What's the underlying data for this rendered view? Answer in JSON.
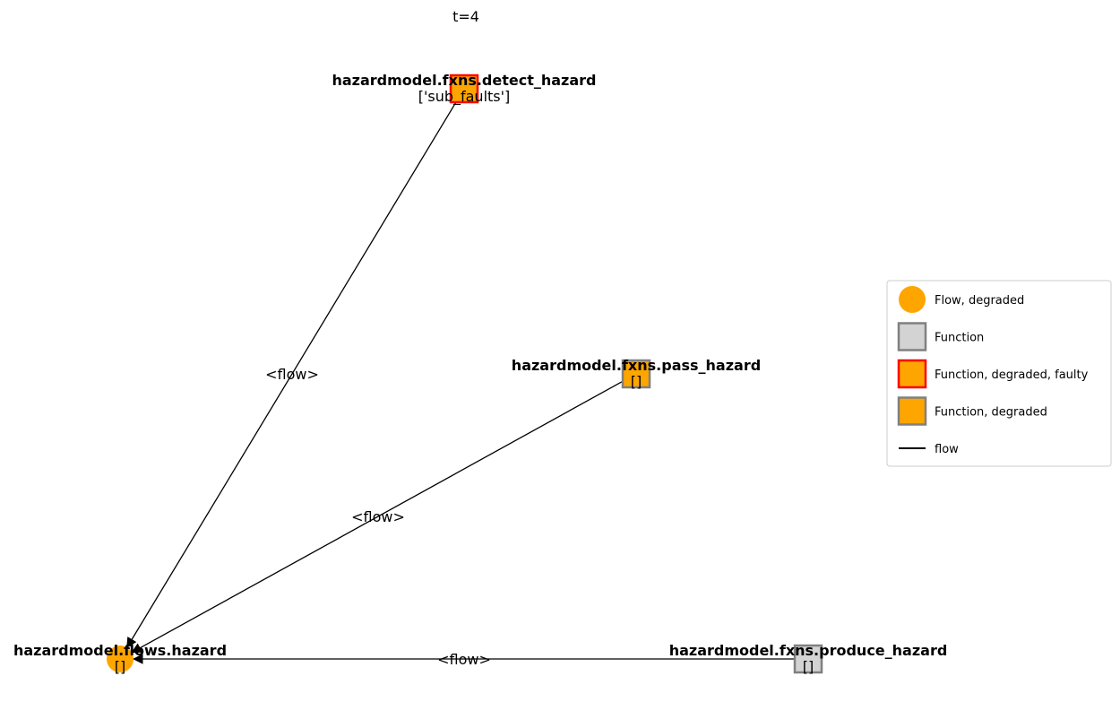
{
  "title": "t=4",
  "colors": {
    "degraded": "#ffa500",
    "nominal": "#d3d3d3",
    "border_default": "#808080",
    "border_faulty": "#ff0000",
    "edge": "#000000"
  },
  "nodes": [
    {
      "id": "detect",
      "name": "hazardmodel.fxns.detect_hazard",
      "sub": "['sub_faults']",
      "shape": "square",
      "fill": "#ffa500",
      "border": "#ff0000"
    },
    {
      "id": "pass",
      "name": "hazardmodel.fxns.pass_hazard",
      "sub": "[]",
      "shape": "square",
      "fill": "#ffa500",
      "border": "#808080"
    },
    {
      "id": "hazard",
      "name": "hazardmodel.flows.hazard",
      "sub": "[]",
      "shape": "circle",
      "fill": "#ffa500",
      "border": "none"
    },
    {
      "id": "produce",
      "name": "hazardmodel.fxns.produce_hazard",
      "sub": "[]",
      "shape": "square",
      "fill": "#d3d3d3",
      "border": "#808080"
    }
  ],
  "edges": [
    {
      "from": "detect",
      "to": "hazard",
      "label": "<flow>"
    },
    {
      "from": "pass",
      "to": "hazard",
      "label": "<flow>"
    },
    {
      "from": "produce",
      "to": "hazard",
      "label": "<flow>"
    }
  ],
  "legend": [
    {
      "label": "Flow, degraded",
      "shape": "circle",
      "fill": "#ffa500",
      "border": "none"
    },
    {
      "label": "Function",
      "shape": "square",
      "fill": "#d3d3d3",
      "border": "#808080"
    },
    {
      "label": "Function, degraded, faulty",
      "shape": "square",
      "fill": "#ffa500",
      "border": "#ff0000"
    },
    {
      "label": "Function, degraded",
      "shape": "square",
      "fill": "#ffa500",
      "border": "#808080"
    },
    {
      "label": "flow",
      "shape": "line",
      "fill": "#000000",
      "border": "none"
    }
  ]
}
